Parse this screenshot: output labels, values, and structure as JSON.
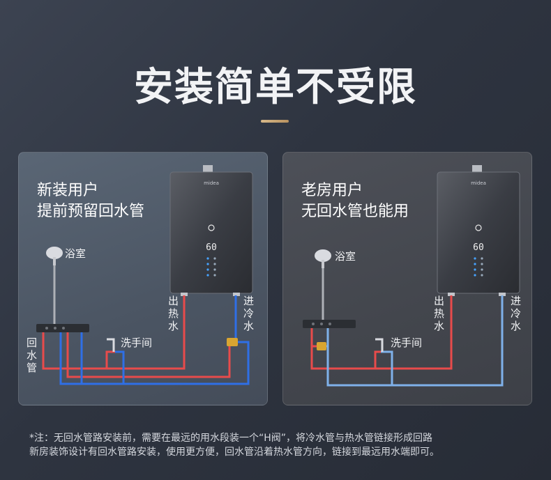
{
  "heading": "安装简单不受限",
  "colors": {
    "hot_pipe": "#e84b4b",
    "cold_pipe_new": "#2f6fe6",
    "cold_pipe_old": "#7fb1ea",
    "valve": "#d8a531",
    "heading_rule": "#c9a46f"
  },
  "panels": [
    {
      "title_line1": "新装用户",
      "title_line2": "提前预留回水管",
      "bathroom_label": "浴室",
      "washroom_label": "洗手间",
      "hot_out_label": "出热水",
      "cold_in_label": "进冷水",
      "return_pipe_label": "回水管",
      "display_value": "60",
      "brand": "midea"
    },
    {
      "title_line1": "老房用户",
      "title_line2": "无回水管也能用",
      "bathroom_label": "浴室",
      "washroom_label": "洗手间",
      "hot_out_label": "出热水",
      "cold_in_label": "进冷水",
      "display_value": "60",
      "brand": "midea"
    }
  ],
  "footnote": {
    "line1": "*注：无回水管路安装前，需要在最远的用水段装一个“H阀”，将冷水管与热水管链接形成回路",
    "line2": "新房装饰设计有回水管路安装，使用更方便，回水管沿着热水管方向，链接到最远用水端即可。"
  }
}
